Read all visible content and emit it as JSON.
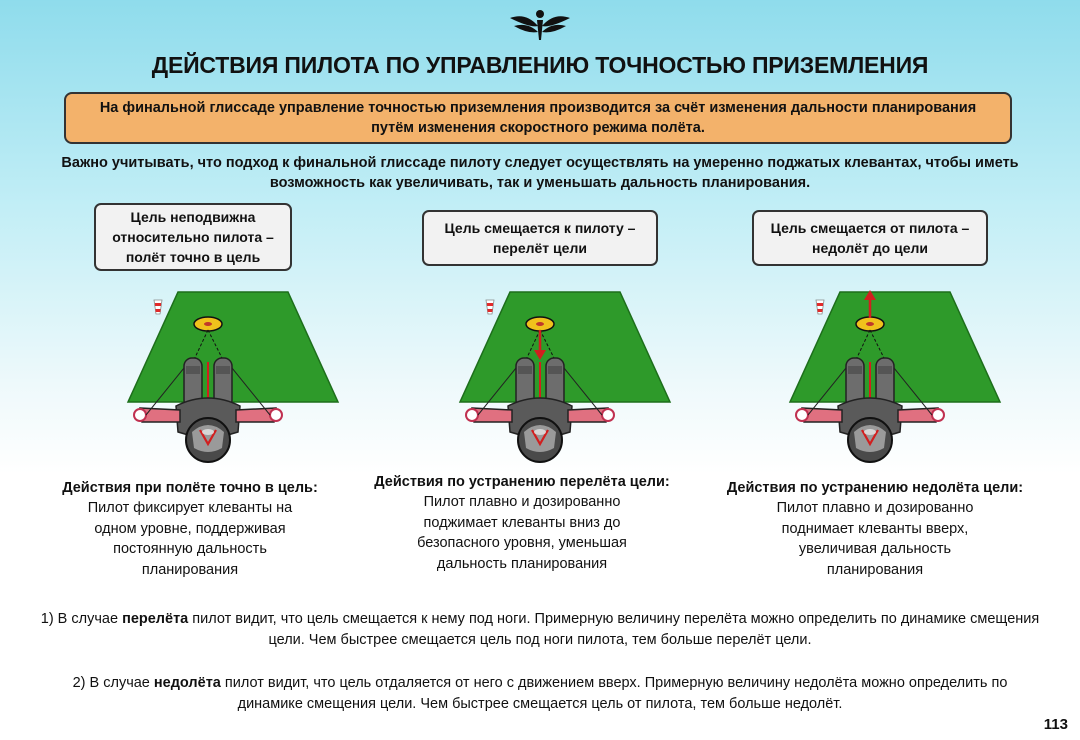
{
  "header": {
    "logo_icon": "winged-figure-icon",
    "title": "ДЕЙСТВИЯ ПИЛОТА ПО УПРАВЛЕНИЮ ТОЧНОСТЬЮ ПРИЗЕМЛЕНИЯ"
  },
  "intro": "На финальной глиссаде управление точностью приземления производится за счёт изменения дальности планирования путём изменения скоростного режима полёта.",
  "note": "Важно учитывать, что подход к финальной глиссаде пилоту следует осуществлять на умеренно поджатых клевантах, чтобы иметь возможность как увеличивать, так и уменьшать дальность планирования.",
  "cases": [
    {
      "label": "Цель неподвижна относительно пилота – полёт точно в цель",
      "arrow": "none",
      "action_title": "Действия при полёте точно в цель:",
      "action_desc": "Пилот фиксирует клеванты на одном уровне, поддерживая постоянную дальность планирования"
    },
    {
      "label": "Цель смещается к пилоту – перелёт цели",
      "arrow": "down",
      "action_title": "Действия по устранению перелёта цели:",
      "action_desc": "Пилот плавно и дозированно поджимает клеванты вниз до безопасного уровня, уменьшая дальность планирования"
    },
    {
      "label": "Цель смещается от пилота – недолёт до цели",
      "arrow": "up",
      "action_title": "Действия по устранению недолёта цели:",
      "action_desc": "Пилот плавно и дозированно поднимает клеванты вверх, увеличивая дальность планирования"
    }
  ],
  "paragraphs": [
    {
      "num": "1) В случае ",
      "bold": "перелёта",
      "rest": " пилот видит, что цель смещается к нему под ноги.  Примерную величину перелёта можно определить по динамике смещения цели. Чем быстрее смещается цель под ноги пилота, тем больше перелёт цели."
    },
    {
      "num": "2) В случае ",
      "bold": "недолёта",
      "rest": " пилот видит, что цель отдаляется от него с движением вверх. Примерную величину недолёта можно определить по динамике смещения цели. Чем быстрее смещается цель от пилота, тем больше недолёт."
    }
  ],
  "page_number": "113",
  "colors": {
    "field": "#2e9a2a",
    "target": "#f0c21c",
    "box_orange": "#f3b26b",
    "arrow": "#d11f1f"
  }
}
